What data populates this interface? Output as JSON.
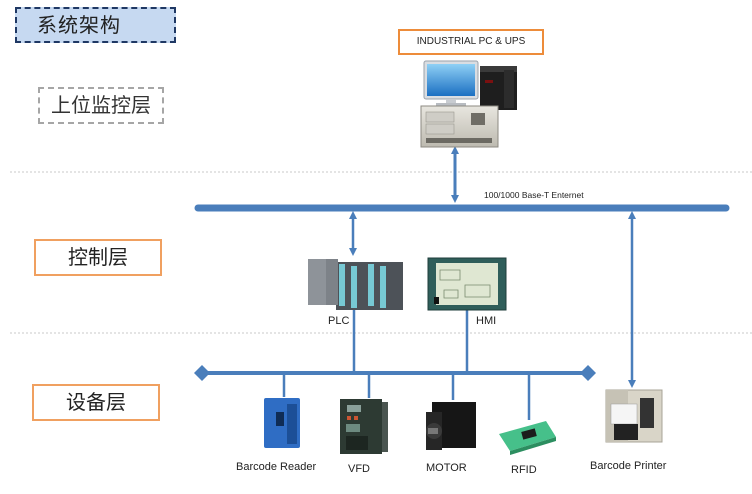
{
  "title": "系统架构",
  "layers": {
    "supervisory": "上位监控层",
    "control": "控制层",
    "device": "设备层"
  },
  "supervisory_node": {
    "label": "INDUSTRIAL  PC  & UPS",
    "icons": [
      "monitor-icon",
      "ups-icon",
      "industrial-pc-icon"
    ]
  },
  "network": {
    "ethernet_label": "100/1000 Base-T Enternet"
  },
  "control_nodes": [
    {
      "label": "PLC",
      "icon": "plc-icon"
    },
    {
      "label": "HMI",
      "icon": "hmi-icon"
    }
  ],
  "device_nodes": [
    {
      "label": "Barcode Reader",
      "icon": "barcode-reader-icon"
    },
    {
      "label": "VFD",
      "icon": "vfd-icon"
    },
    {
      "label": "MOTOR",
      "icon": "motor-icon"
    },
    {
      "label": "RFID",
      "icon": "rfid-icon"
    },
    {
      "label": "Barcode Printer",
      "icon": "barcode-printer-icon"
    }
  ],
  "colors": {
    "bus": "#4a7ebb",
    "title_fill": "#c6d9f1",
    "title_border": "#1f3864",
    "layer_border": "#f0a060",
    "pc_label_border": "#ed8c3a",
    "divider": "#c8c8c8"
  }
}
